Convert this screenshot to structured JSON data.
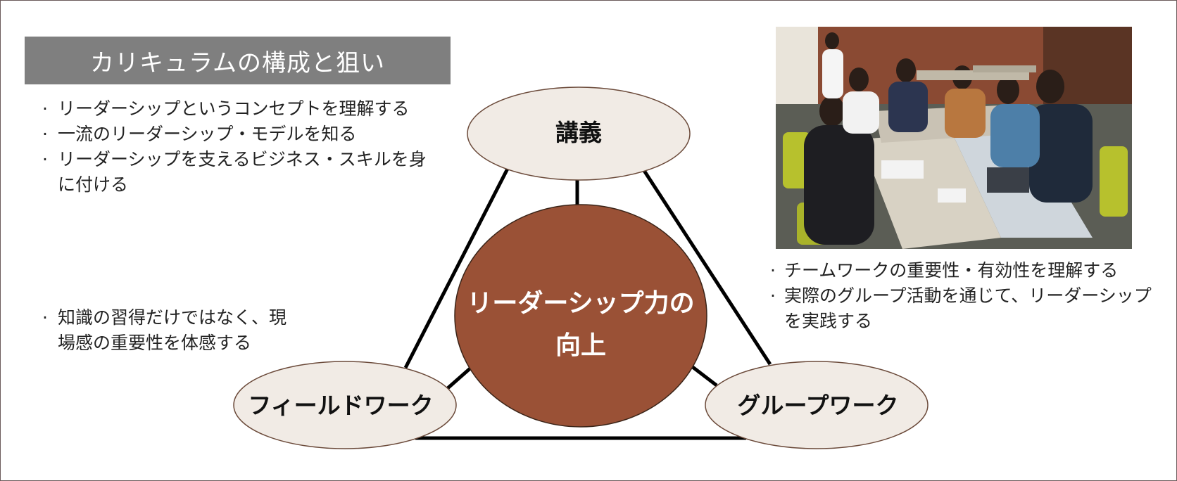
{
  "title": "カリキュラムの構成と狙い",
  "aims_curriculum": [
    "リーダーシップというコンセプトを理解する",
    "一流のリーダーシップ・モデルを知る",
    "リーダーシップを支えるビジネス・スキルを身に付ける"
  ],
  "aims_fieldwork": [
    "知識の習得だけではなく、現場感の重要性を体感する"
  ],
  "aims_groupwork": [
    "チームワークの重要性・有効性を理解する",
    "実際のグループ活動を通じて、リーダーシップを実践する"
  ],
  "diagram": {
    "center_label_line1": "リーダーシップ力の",
    "center_label_line2": "向上",
    "node_lecture": "講義",
    "node_fieldwork": "フィールドワーク",
    "node_groupwork": "グループワーク",
    "colors": {
      "center_fill": "#9a5136",
      "node_fill": "#f1ebe5",
      "node_stroke": "#6b4a3a",
      "edge": "#000000"
    }
  },
  "photo": {
    "subject": "students-group-discussion-photo"
  }
}
